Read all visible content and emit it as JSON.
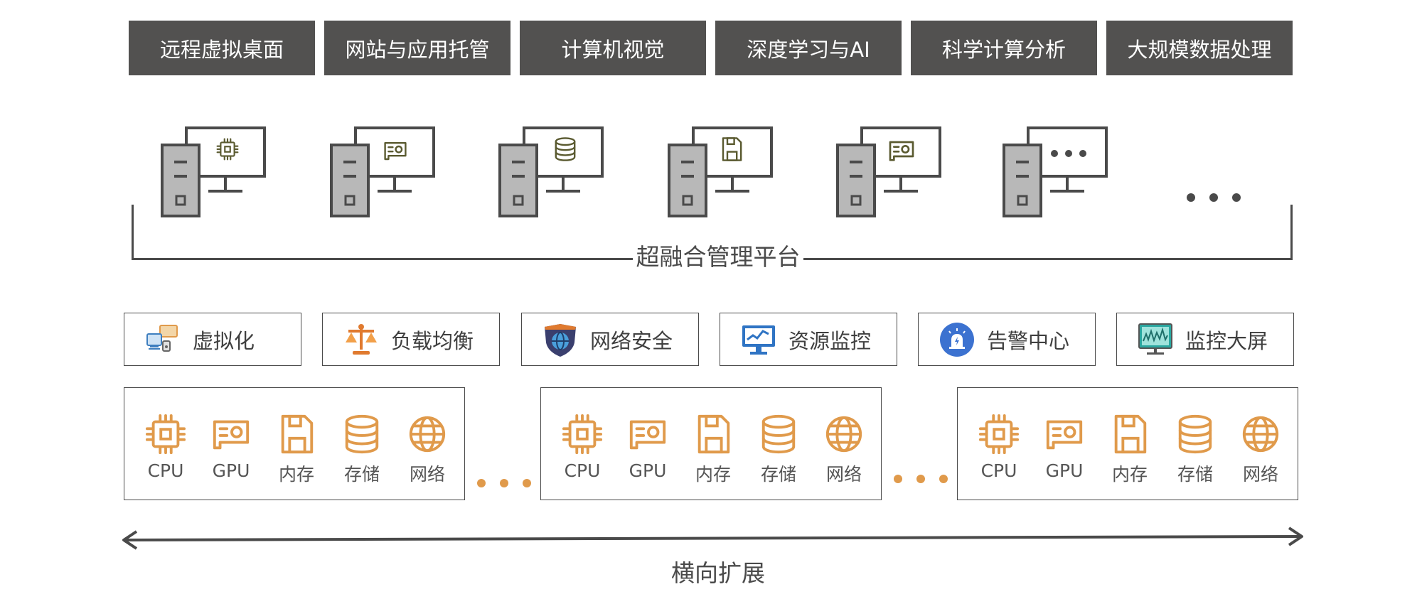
{
  "applications": [
    "远程虚拟桌面",
    "网站与应用托管",
    "计算机视觉",
    "深度学习与AI",
    "科学计算分析",
    "大规模数据处理"
  ],
  "workstations": [
    {
      "screen_icon": "cpu-icon"
    },
    {
      "screen_icon": "gpu-icon"
    },
    {
      "screen_icon": "storage-icon"
    },
    {
      "screen_icon": "memory-icon"
    },
    {
      "screen_icon": "network-card-icon"
    },
    {
      "screen_icon": "ellipsis-icon"
    }
  ],
  "platform_label": "超融合管理平台",
  "services": [
    {
      "label": "虚拟化",
      "icon": "virtualization-icon"
    },
    {
      "label": "负载均衡",
      "icon": "load-balance-icon"
    },
    {
      "label": "网络安全",
      "icon": "security-shield-icon"
    },
    {
      "label": "资源监控",
      "icon": "monitor-icon"
    },
    {
      "label": "告警中心",
      "icon": "alarm-icon"
    },
    {
      "label": "监控大屏",
      "icon": "dashboard-screen-icon"
    }
  ],
  "nodes": [
    {
      "resources": [
        "CPU",
        "GPU",
        "内存",
        "存储",
        "网络"
      ]
    },
    {
      "resources": [
        "CPU",
        "GPU",
        "内存",
        "存储",
        "网络"
      ]
    },
    {
      "resources": [
        "CPU",
        "GPU",
        "内存",
        "存储",
        "网络"
      ]
    }
  ],
  "scale_label": "横向扩展",
  "colors": {
    "dark_gray": "#525150",
    "accent_orange": "#e09a4b",
    "line": "#4a4a4a",
    "server_gray": "#b5b5b5",
    "icon_olive": "#5a5a30"
  }
}
